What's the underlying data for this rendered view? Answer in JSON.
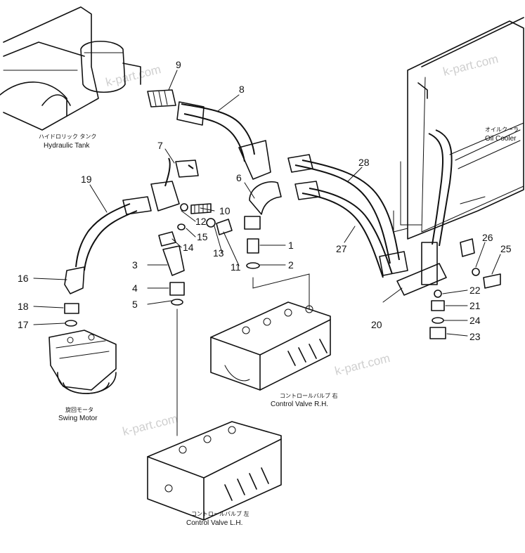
{
  "watermark": "k-part.com",
  "callouts": [
    {
      "id": "c1",
      "text": "1"
    },
    {
      "id": "c2",
      "text": "2"
    },
    {
      "id": "c3",
      "text": "3"
    },
    {
      "id": "c4",
      "text": "4"
    },
    {
      "id": "c5",
      "text": "5"
    },
    {
      "id": "c6",
      "text": "6"
    },
    {
      "id": "c7",
      "text": "7"
    },
    {
      "id": "c8",
      "text": "8"
    },
    {
      "id": "c9",
      "text": "9"
    },
    {
      "id": "c10",
      "text": "10"
    },
    {
      "id": "c11",
      "text": "11"
    },
    {
      "id": "c12",
      "text": "12"
    },
    {
      "id": "c13",
      "text": "13"
    },
    {
      "id": "c14",
      "text": "14"
    },
    {
      "id": "c15",
      "text": "15"
    },
    {
      "id": "c16",
      "text": "16"
    },
    {
      "id": "c17",
      "text": "17"
    },
    {
      "id": "c18",
      "text": "18"
    },
    {
      "id": "c19",
      "text": "19"
    },
    {
      "id": "c20",
      "text": "20"
    },
    {
      "id": "c21",
      "text": "21"
    },
    {
      "id": "c22",
      "text": "22"
    },
    {
      "id": "c23",
      "text": "23"
    },
    {
      "id": "c24",
      "text": "24"
    },
    {
      "id": "c25",
      "text": "25"
    },
    {
      "id": "c26",
      "text": "26"
    },
    {
      "id": "c27",
      "text": "27"
    },
    {
      "id": "c28",
      "text": "28"
    }
  ],
  "labels": {
    "hydraulic_tank_jp": "ハイドロリック タンク",
    "hydraulic_tank_en": "Hydraulic Tank",
    "oil_cooler_jp": "オイルクーラ",
    "oil_cooler_en": "Oil Cooler",
    "swing_motor_jp": "旋回モータ",
    "swing_motor_en": "Swing Motor",
    "control_valve_rh_jp": "コントロールバルブ 右",
    "control_valve_rh_en": "Control Valve R.H.",
    "control_valve_lh_jp": "コントロールバルブ 左",
    "control_valve_lh_en": "Control Valve L.H."
  }
}
